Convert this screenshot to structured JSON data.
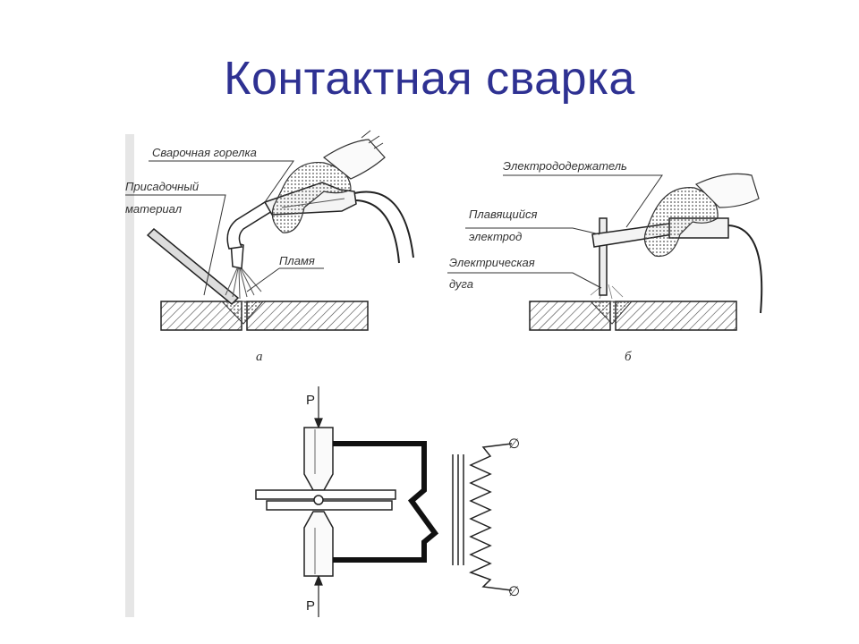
{
  "slide": {
    "title": "Контактная сварка",
    "title_color": "#2e3192"
  },
  "figure_a": {
    "label_torch": "Сварочная горелка",
    "label_filler_1": "Присадочный",
    "label_filler_2": "материал",
    "label_flame": "Пламя",
    "caption": "а"
  },
  "figure_b": {
    "label_holder": "Электрододержатель",
    "label_electrode_1": "Плавящийся",
    "label_electrode_2": "электрод",
    "label_arc_1": "Электрическая",
    "label_arc_2": "дуга",
    "caption": "б"
  },
  "figure_c": {
    "force_top": "P",
    "force_bottom": "P",
    "terminal_top": "∅",
    "terminal_bottom": "∅"
  }
}
